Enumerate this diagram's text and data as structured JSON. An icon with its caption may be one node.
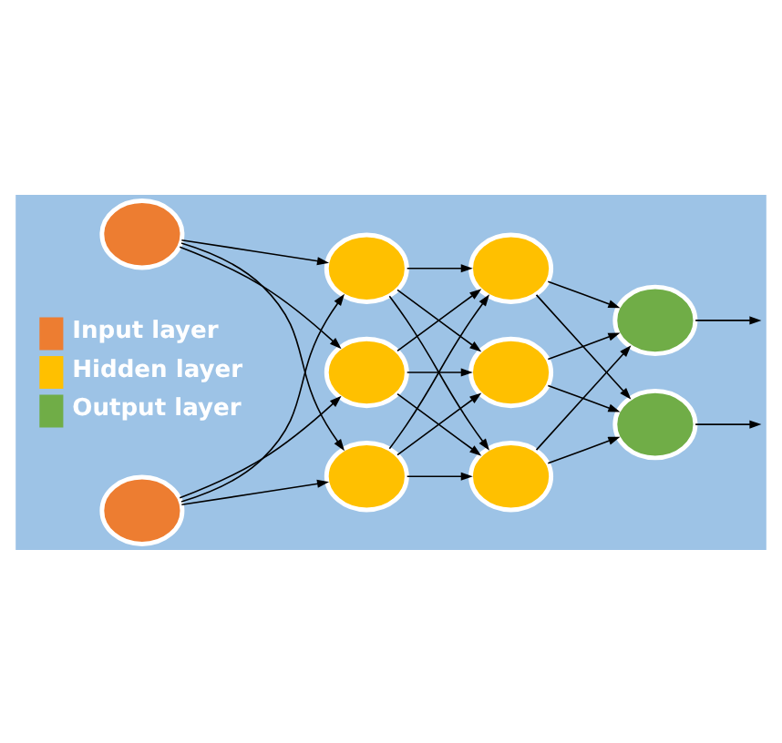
{
  "diagram": {
    "nodes": [
      {
        "text": [],
        "shape": "circle"
      },
      {
        "text": [],
        "shape": "circle"
      },
      {
        "text": [],
        "shape": "circle"
      },
      {
        "text": [],
        "shape": "circle"
      },
      {
        "text": [],
        "shape": "circle"
      },
      {
        "text": [],
        "shape": "circle"
      },
      {
        "text": [],
        "shape": "circle"
      },
      {
        "text": [],
        "shape": "circle"
      },
      {
        "text": [],
        "shape": "circle"
      },
      {
        "text": [],
        "shape": "circle"
      }
    ],
    "edges": [
      {
        "from": 0,
        "to": 2,
        "arrow": "to"
      },
      {
        "from": 0,
        "to": 3,
        "arrow": "to"
      },
      {
        "from": 0,
        "to": 4,
        "arrow": "to"
      },
      {
        "from": 1,
        "to": 2,
        "arrow": "to"
      },
      {
        "from": 1,
        "to": 3,
        "arrow": "to"
      },
      {
        "from": 1,
        "to": 4,
        "arrow": "to"
      },
      {
        "from": 2,
        "to": 5,
        "arrow": "to"
      },
      {
        "from": 2,
        "to": 6,
        "arrow": "to"
      },
      {
        "from": 2,
        "to": 7,
        "arrow": "to"
      },
      {
        "from": 3,
        "to": 5,
        "arrow": "to"
      },
      {
        "from": 3,
        "to": 6,
        "arrow": "to"
      },
      {
        "from": 3,
        "to": 7,
        "arrow": "to"
      },
      {
        "from": 4,
        "to": 5,
        "arrow": "to"
      },
      {
        "from": 4,
        "to": 6,
        "arrow": "to"
      },
      {
        "from": 4,
        "to": 7,
        "arrow": "to"
      },
      {
        "from": 5,
        "to": 8,
        "arrow": "to"
      },
      {
        "from": 5,
        "to": 9,
        "arrow": "to"
      },
      {
        "from": 6,
        "to": 8,
        "arrow": "to"
      },
      {
        "from": 6,
        "to": 9,
        "arrow": "to"
      },
      {
        "from": 7,
        "to": 8,
        "arrow": "to"
      },
      {
        "from": 7,
        "to": 9,
        "arrow": "to"
      },
      {
        "from": 8,
        "to": null,
        "arrow": "to"
      },
      {
        "from": 9,
        "to": null,
        "arrow": "to"
      }
    ],
    "legend": [
      {
        "text": "Input layer",
        "color": "#ed7d31"
      },
      {
        "text": "Hidden layer",
        "color": "#ffc000"
      },
      {
        "text": "Output layer",
        "color": "#70ad47"
      }
    ]
  }
}
